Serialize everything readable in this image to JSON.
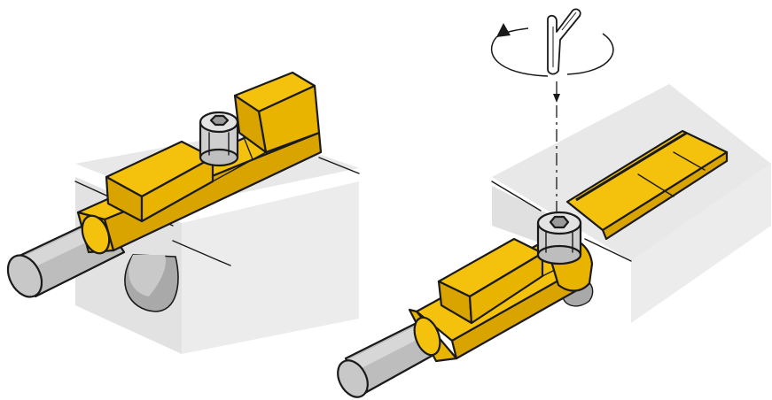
{
  "figure": {
    "panels": [
      {
        "id": "left",
        "description_name": "sensor-seated-in-slot-view",
        "elements": [
          "sensor-body",
          "cable",
          "hex-screw",
          "mounting-surface",
          "slot-end-shadow"
        ]
      },
      {
        "id": "right",
        "description_name": "sensor-fixing-with-hex-key-view",
        "elements": [
          "sensor-body",
          "cable",
          "hex-screw",
          "mounting-surface",
          "hex-key",
          "rotation-arrow",
          "axis-line"
        ]
      }
    ],
    "colors": {
      "sensor_yellow": "#f4c20d",
      "sensor_shade": "#d9a300",
      "sensor_dark": "#b98b00",
      "surface_gray": "#e6e6e6",
      "surface_dark": "#bdbdbd",
      "cable_gray": "#bcbcbc",
      "cable_light": "#d6d6d6",
      "screw_gray": "#cfcfcf",
      "outline": "#1a1a1a"
    },
    "icons": [
      "hex-key-icon",
      "rotation-arrow-icon",
      "hex-screw-icon"
    ]
  }
}
